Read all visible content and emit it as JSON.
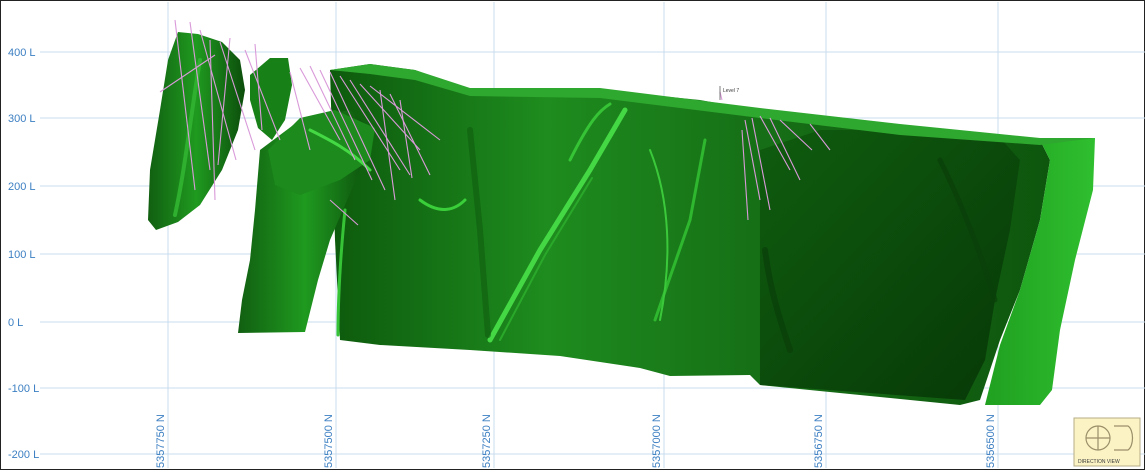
{
  "colors": {
    "background": "#ffffff",
    "grid": "#c9dcec",
    "label": "#3c7fc2",
    "solid_dark": "#0b4a0b",
    "solid_mid": "#1a8a1a",
    "solid_light": "#3fd43f",
    "drillhole": "#d99ad9"
  },
  "elevation_levels": [
    "400 L",
    "300 L",
    "200 L",
    "100 L",
    "0 L",
    "-100 L",
    "-200 L"
  ],
  "northings": [
    "5357750 N",
    "5357500 N",
    "5357250 N",
    "5357000 N",
    "5356750 N",
    "5356500 N"
  ],
  "annotation": "Level 7",
  "orientation_widget": {
    "icon": "view-orientation-icon",
    "caption": "DIRECTION VIEW"
  }
}
